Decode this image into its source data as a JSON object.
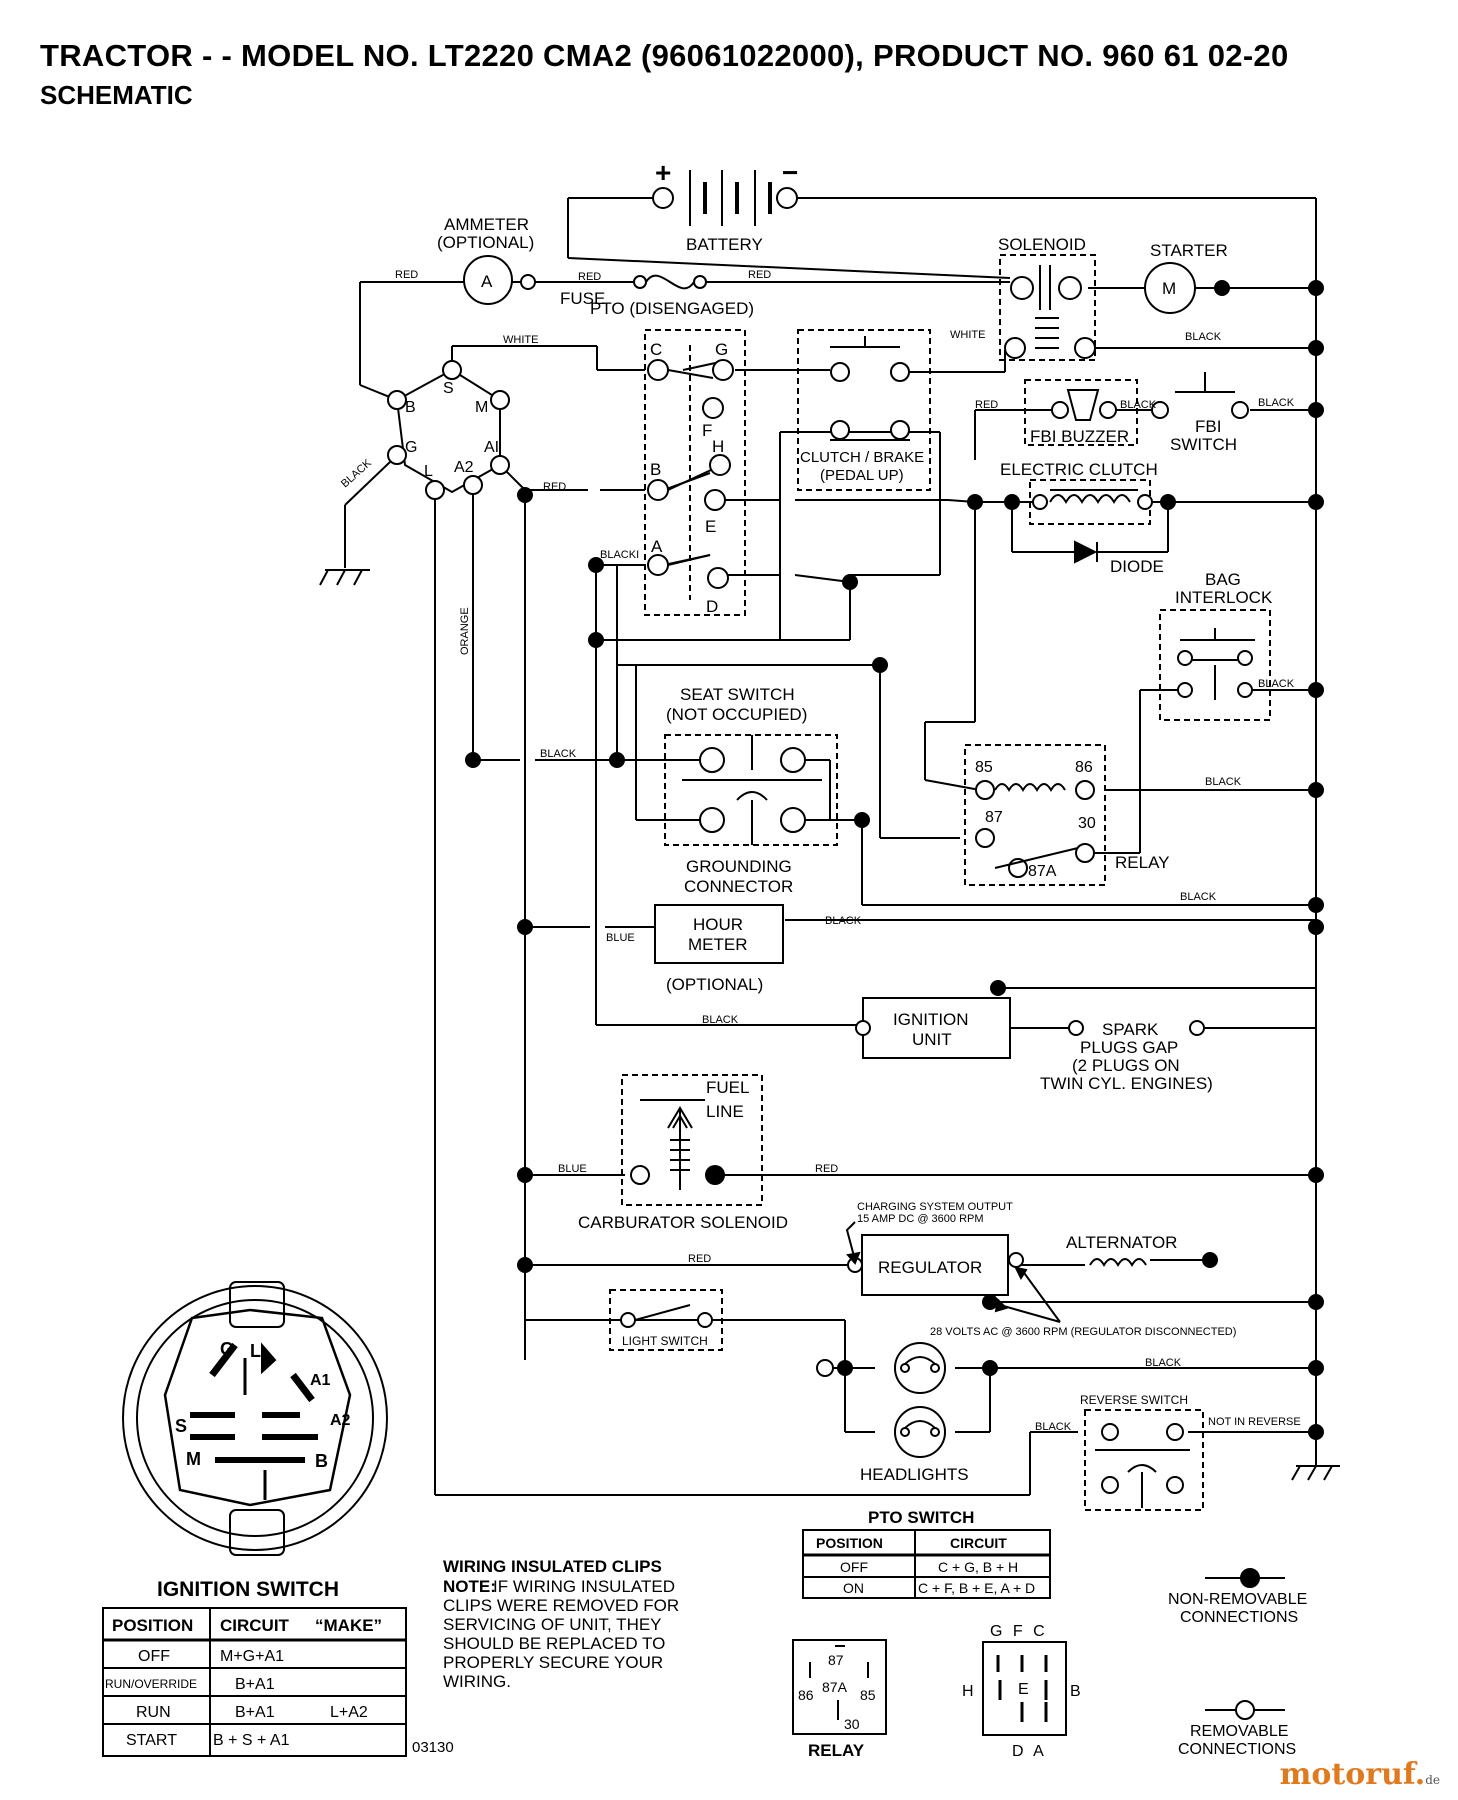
{
  "header": {
    "title": "TRACTOR - - MODEL NO. LT2220 CMA2 (96061022000), PRODUCT NO. 960 61 02-20",
    "subtitle": "SCHEMATIC"
  },
  "components": {
    "battery": "BATTERY",
    "battery_plus": "+",
    "battery_minus": "−",
    "ammeter": "AMMETER",
    "ammeter_opt": "(OPTIONAL)",
    "ammeter_symbol": "A",
    "fuse": "FUSE",
    "pto_disengaged": "PTO (DISENGAGED)",
    "solenoid": "SOLENOID",
    "starter": "STARTER",
    "starter_symbol": "M",
    "clutch_brake_1": "CLUTCH / BRAKE",
    "clutch_brake_2": "(PEDAL UP)",
    "fbi_buzzer": "FBI BUZZER",
    "fbi_switch_1": "FBI",
    "fbi_switch_2": "SWITCH",
    "electric_clutch": "ELECTRIC CLUTCH",
    "diode": "DIODE",
    "bag_interlock_1": "BAG",
    "bag_interlock_2": "INTERLOCK",
    "seat_switch_1": "SEAT SWITCH",
    "seat_switch_2": "(NOT OCCUPIED)",
    "grounding_1": "GROUNDING",
    "grounding_2": "CONNECTOR",
    "relay": "RELAY",
    "hour_meter_1": "HOUR",
    "hour_meter_2": "METER",
    "hour_meter_opt": "(OPTIONAL)",
    "ignition_unit_1": "IGNITION",
    "ignition_unit_2": "UNIT",
    "spark_1": "SPARK",
    "spark_2": "PLUGS GAP",
    "spark_3": "(2 PLUGS ON",
    "spark_4": "TWIN CYL. ENGINES)",
    "fuel_1": "FUEL",
    "fuel_2": "LINE",
    "carb_solenoid": "CARBURATOR SOLENOID",
    "charging_1": "CHARGING SYSTEM OUTPUT",
    "charging_2": "15 AMP DC @ 3600 RPM",
    "regulator": "REGULATOR",
    "alternator": "ALTERNATOR",
    "ac_note": "28 VOLTS AC @ 3600 RPM (REGULATOR DISCONNECTED)",
    "light_switch": "LIGHT SWITCH",
    "headlights": "HEADLIGHTS",
    "reverse_switch": "REVERSE SWITCH",
    "not_in_reverse": "NOT IN REVERSE",
    "relay_terminals": [
      "85",
      "86",
      "87",
      "30",
      "87A"
    ],
    "ign_terminals": [
      "B",
      "S",
      "M",
      "G",
      "L",
      "A2",
      "AI"
    ],
    "pto_terminals": [
      "C",
      "G",
      "F",
      "H",
      "B",
      "E",
      "A",
      "D"
    ]
  },
  "wire_labels": {
    "red": "RED",
    "white": "WHITE",
    "black": "BLACK",
    "orange": "ORANGE",
    "blue": "BLUE",
    "blacki": "BLACKI"
  },
  "ignition_switch_table": {
    "title": "IGNITION SWITCH",
    "headers": [
      "POSITION",
      "CIRCUIT",
      "“MAKE”"
    ],
    "rows": [
      [
        "OFF",
        "M+G+A1",
        ""
      ],
      [
        "RUN/OVERRIDE",
        "B+A1",
        ""
      ],
      [
        "RUN",
        "B+A1",
        "L+A2"
      ],
      [
        "START",
        "B + S + A1",
        ""
      ]
    ],
    "face_labels": [
      "G",
      "L",
      "A1",
      "A2",
      "S",
      "M",
      "B"
    ]
  },
  "pto_switch_table": {
    "title": "PTO SWITCH",
    "headers": [
      "POSITION",
      "CIRCUIT"
    ],
    "rows": [
      [
        "OFF",
        "C + G, B + H"
      ],
      [
        "ON",
        "C + F, B + E, A + D"
      ]
    ]
  },
  "notes": {
    "clips_title": "WIRING INSULATED CLIPS",
    "clips_note_label": "NOTE:",
    "clips_lines": [
      " IF WIRING INSULATED",
      "CLIPS WERE REMOVED FOR",
      "SERVICING OF UNIT, THEY",
      "SHOULD BE REPLACED TO",
      "PROPERLY SECURE YOUR",
      " WIRING."
    ],
    "ref_code": "03130"
  },
  "legend": {
    "non_removable_1": "NON-REMOVABLE",
    "non_removable_2": "CONNECTIONS",
    "removable_1": "REMOVABLE",
    "removable_2": "CONNECTIONS"
  },
  "relay_pinout": {
    "title": "RELAY",
    "pins": [
      "87",
      "87A",
      "86",
      "85",
      "30"
    ]
  },
  "pto_pinout": {
    "top": "G F C",
    "left": "H",
    "right": "B",
    "center": "E",
    "bottom": "D A"
  },
  "watermark": {
    "main": "motoruf",
    "dot": ".",
    "tld": "de"
  }
}
